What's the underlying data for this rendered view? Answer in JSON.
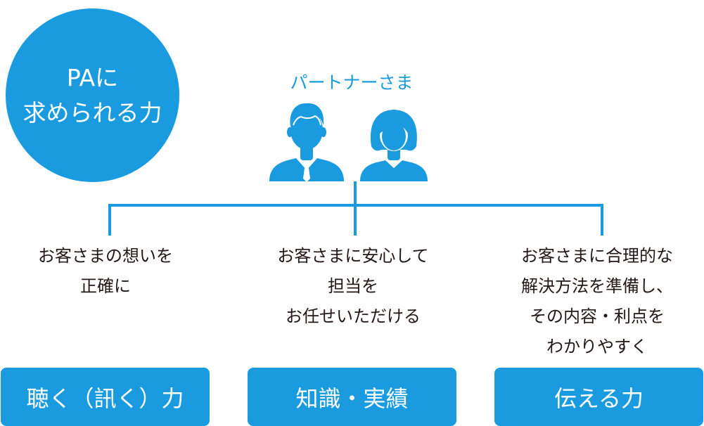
{
  "center_circle": {
    "line1": "PAに",
    "line2": "求められる力"
  },
  "partner_label": "パートナーさま",
  "columns": [
    {
      "description_lines": [
        "お客さまの想いを",
        "正確に"
      ],
      "tag": "聴く（訊く）力"
    },
    {
      "description_lines": [
        "お客さまに安心して",
        "担当を",
        "お任せいただける"
      ],
      "tag": "知識・実績"
    },
    {
      "description_lines": [
        "お客さまに合理的な",
        "解決方法を準備し、",
        "その内容・利点を",
        "わかりやすく"
      ],
      "tag": "伝える力"
    }
  ],
  "colors": {
    "accent": "#1a9be0",
    "text": "#231815",
    "background": "#ffffff"
  },
  "icons": [
    "male-person-icon",
    "female-person-icon"
  ]
}
